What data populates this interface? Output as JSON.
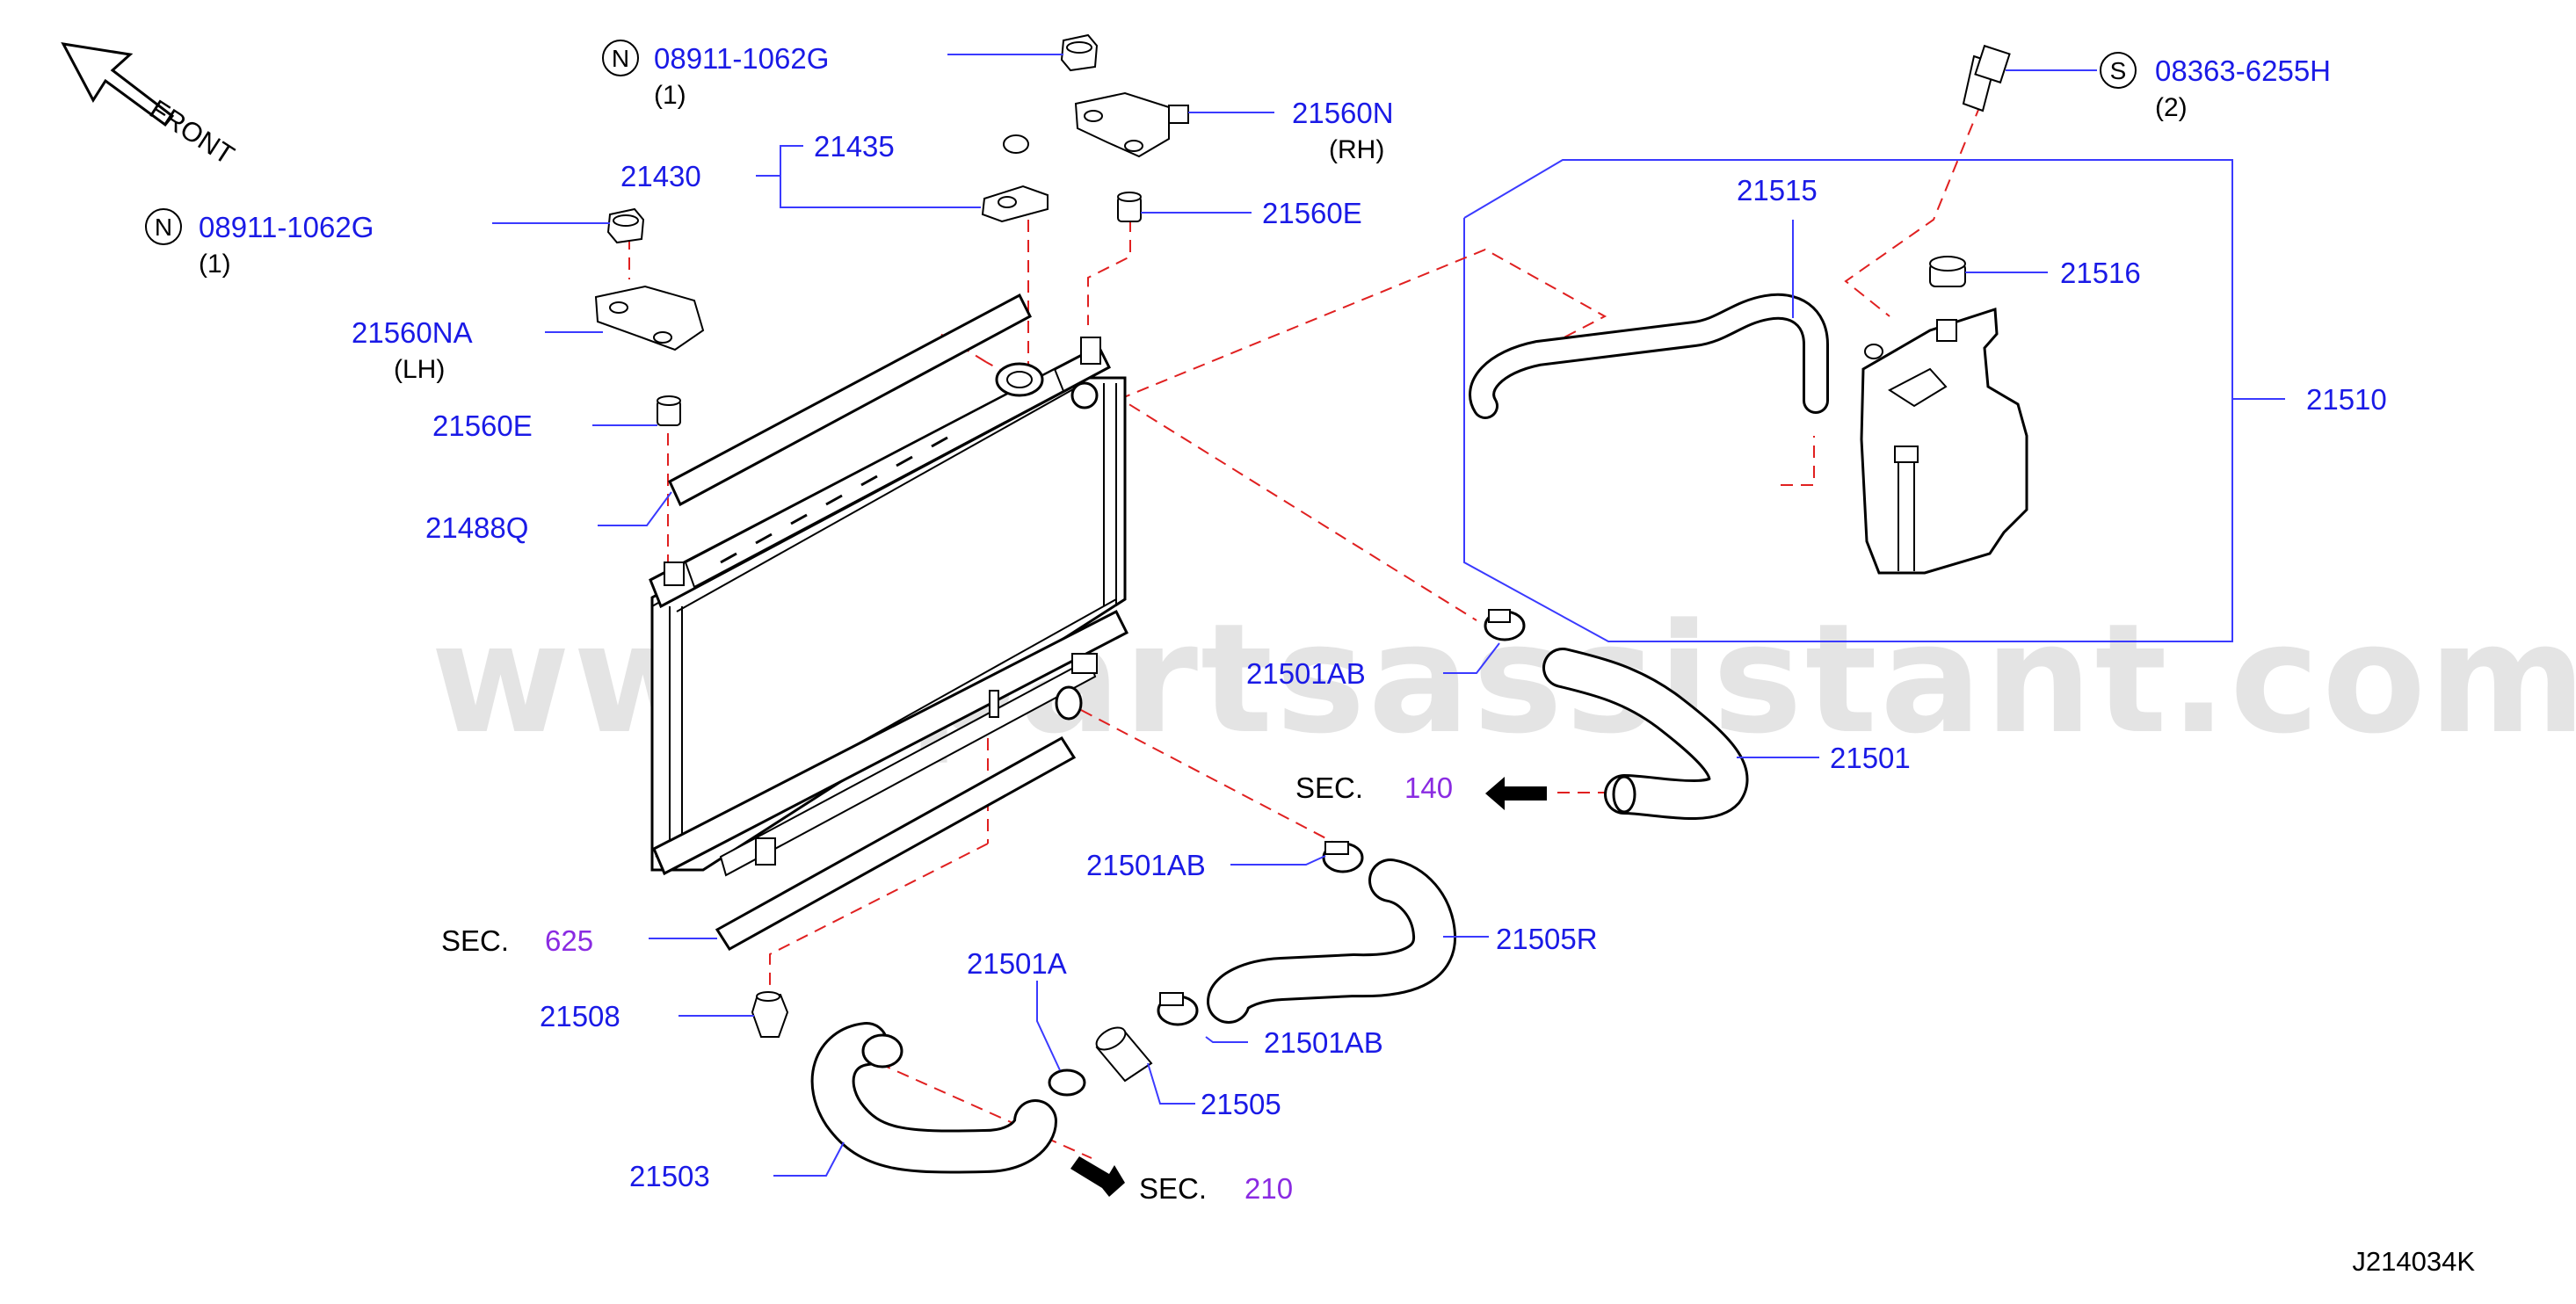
{
  "diagram": {
    "front_label": "FRONT",
    "watermark": "www.partsassistant.com",
    "diagram_code": "J214034K",
    "parts": [
      {
        "id": "p_08911_top",
        "label": "08911-1062G",
        "symbol": "N",
        "qty": "(1)"
      },
      {
        "id": "p_08911_left",
        "label": "08911-1062G",
        "symbol": "N",
        "qty": "(1)"
      },
      {
        "id": "p_08363",
        "label": "08363-6255H",
        "symbol": "S",
        "qty": "(2)"
      },
      {
        "id": "p_21435",
        "label": "21435"
      },
      {
        "id": "p_21430",
        "label": "21430"
      },
      {
        "id": "p_21560N",
        "label": "21560N",
        "note": "(RH)"
      },
      {
        "id": "p_21560E_top",
        "label": "21560E"
      },
      {
        "id": "p_21560NA",
        "label": "21560NA",
        "note": "(LH)"
      },
      {
        "id": "p_21560E_left",
        "label": "21560E"
      },
      {
        "id": "p_21488Q",
        "label": "21488Q"
      },
      {
        "id": "p_21515",
        "label": "21515"
      },
      {
        "id": "p_21516",
        "label": "21516"
      },
      {
        "id": "p_21510",
        "label": "21510"
      },
      {
        "id": "p_21501AB_1",
        "label": "21501AB"
      },
      {
        "id": "p_21501",
        "label": "21501"
      },
      {
        "id": "p_21501AB_2",
        "label": "21501AB"
      },
      {
        "id": "p_21505R",
        "label": "21505R"
      },
      {
        "id": "p_21501A",
        "label": "21501A"
      },
      {
        "id": "p_21501AB_3",
        "label": "21501AB"
      },
      {
        "id": "p_21505",
        "label": "21505"
      },
      {
        "id": "p_21508",
        "label": "21508"
      },
      {
        "id": "p_21503",
        "label": "21503"
      }
    ],
    "sections": [
      {
        "id": "sec_140",
        "label": "SEC.",
        "number": "140"
      },
      {
        "id": "sec_625",
        "label": "SEC.",
        "number": "625"
      },
      {
        "id": "sec_210",
        "label": "SEC.",
        "number": "210"
      }
    ]
  }
}
